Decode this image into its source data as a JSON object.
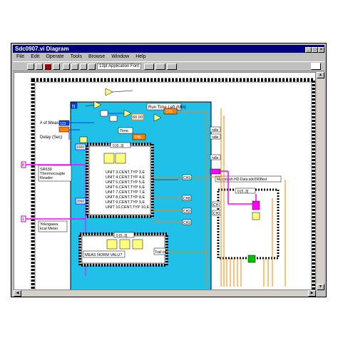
{
  "window": {
    "title": "Sdc0907.vi Diagram"
  },
  "menu": [
    "File",
    "Edit",
    "Operate",
    "Tools",
    "Browse",
    "Window",
    "Help"
  ],
  "toolbar": {
    "font_selector": "13pt Application Font"
  },
  "diagram": {
    "labels": {
      "meas_count": "# of Meas",
      "meas_count_value": "123",
      "delay": "Delay (Sec)",
      "thermocouple_reader": "SR630\nThermocouple\nReader",
      "yokogawa": "Yokogawa\nkcal Meter",
      "run_time_left": "Run Time Left (Min)",
      "const_60": "60.00",
      "time": "Time",
      "dbl": "DBL",
      "const_1000": "1000",
      "const_2000": "2000",
      "seq_top": "0 [0..3]",
      "seq_inner": "0 [0..3]",
      "seq_right": "0 [0..3]",
      "meas_norm_valu": "MEAS NORM VALU?",
      "trail_on": "Trail on",
      "file_path": "Macintosh HD:Data:sdc0908ext",
      "ch1": "CH1",
      "ch2": "CH2",
      "ch3": "CH3",
      "ch7": "CH7",
      "ch8": "CH8",
      "handle_1": "ndle",
      "handle_2": "ndle",
      "handle_3": "ndle",
      "num_8": "8",
      "num_1": "1",
      "n_terminal": "N"
    },
    "unit_strings": [
      "UNIT 3,CENT,TYP 3,E",
      "UNIT 4,CENT,TYP 4,E",
      "UNIT 5,CENT,TYP 5,E",
      "UNIT 6,CENT,TYP 6,E",
      "UNIT 7,CENT,TYP 7,E",
      "UNIT 8,CENT,TYP 8,E",
      "UNIT 9,CENT,TYP 9,E",
      "UNIT 10,CENT,TYP 10,E"
    ]
  }
}
